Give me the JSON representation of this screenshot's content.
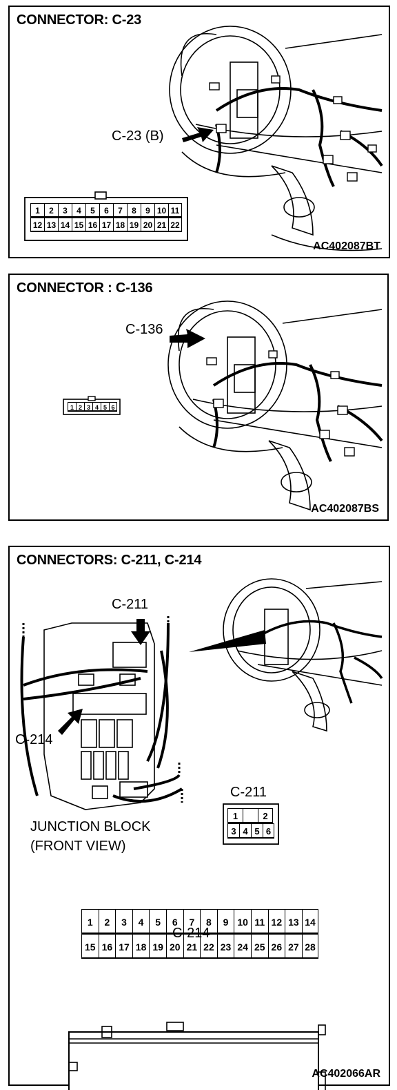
{
  "panels": [
    {
      "title": "CONNECTOR: C-23",
      "pointer_label": "C-23 (B)",
      "connector_pins": [
        [
          "1",
          "2",
          "3",
          "4",
          "5",
          "6",
          "7",
          "8",
          "9",
          "10",
          "11"
        ],
        [
          "12",
          "13",
          "14",
          "15",
          "16",
          "17",
          "18",
          "19",
          "20",
          "21",
          "22"
        ]
      ],
      "figure_code": "AC402087BT"
    },
    {
      "title": "CONNECTOR : C-136",
      "pointer_label": "C-136",
      "connector_pins": [
        [
          "1",
          "2",
          "3",
          "4",
          "5",
          "6"
        ]
      ],
      "figure_code": "AC402087BS"
    },
    {
      "title": "CONNECTORS: C-211, C-214",
      "pointer_label_a": "C-211",
      "pointer_label_b": "C-214",
      "junction_label_line1": "JUNCTION BLOCK",
      "junction_label_line2": "(FRONT VIEW)",
      "c211_title": "C-211",
      "c211_pins": [
        [
          "1",
          "",
          "2"
        ],
        [
          "3",
          "4",
          "5",
          "6"
        ]
      ],
      "c214_title": "C-214",
      "c214_pins": [
        [
          "1",
          "2",
          "3",
          "4",
          "5",
          "6",
          "7",
          "8",
          "9",
          "10",
          "11",
          "12",
          "13",
          "14"
        ],
        [
          "15",
          "16",
          "17",
          "18",
          "19",
          "20",
          "21",
          "22",
          "23",
          "24",
          "25",
          "26",
          "27",
          "28"
        ]
      ],
      "figure_code": "AC402066AR"
    }
  ]
}
